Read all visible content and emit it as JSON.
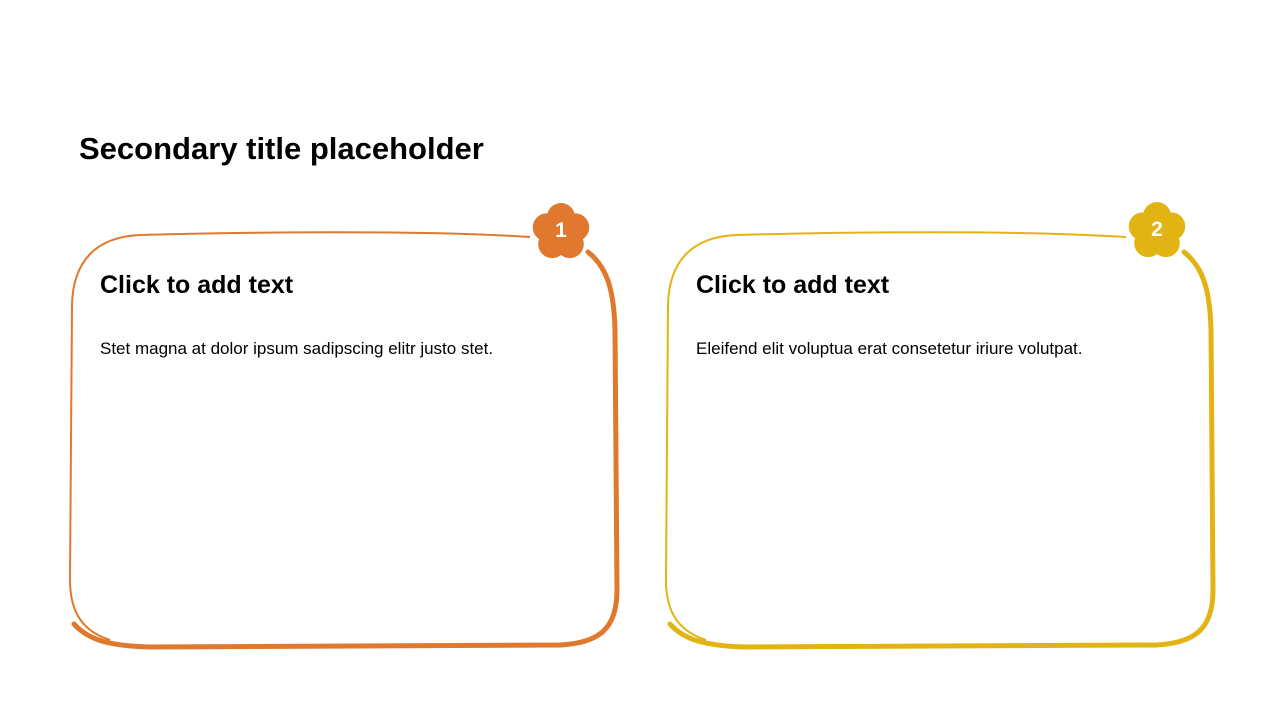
{
  "title": "Secondary title placeholder",
  "cards": [
    {
      "number": "1",
      "heading": "Click to add text",
      "body": "Stet magna at dolor ipsum sadipscing elitr justo stet.",
      "color": "#E0782D"
    },
    {
      "number": "2",
      "heading": "Click to add text",
      "body": "Eleifend elit voluptua erat consetetur iriure volutpat.",
      "color": "#E2B413"
    }
  ]
}
